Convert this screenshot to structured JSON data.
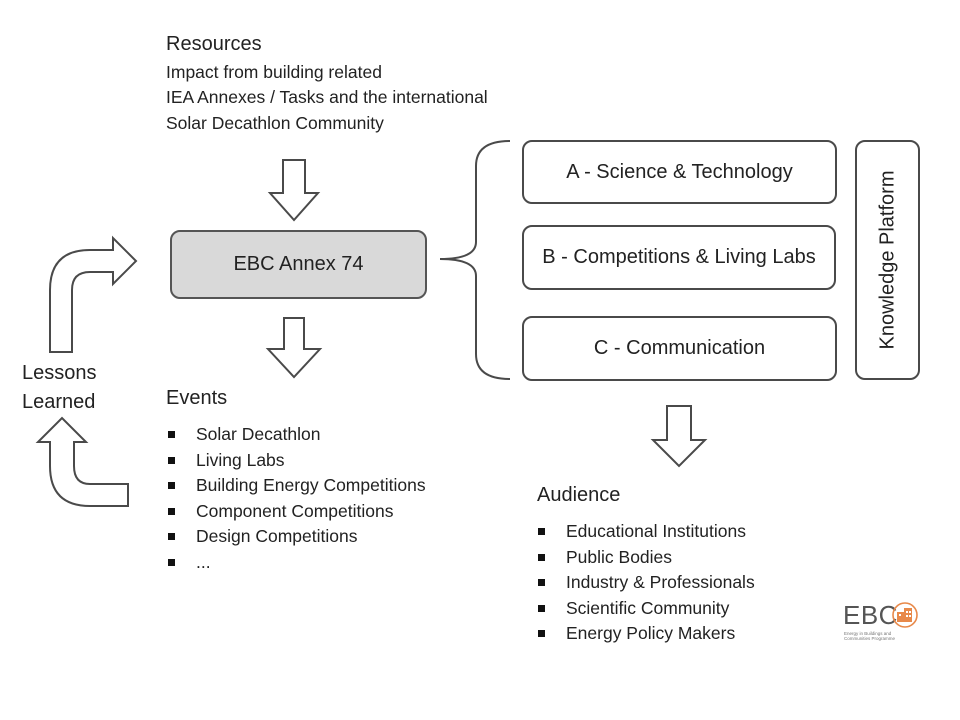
{
  "resources": {
    "heading": "Resources",
    "lines": [
      "Impact from building related",
      "IEA Annexes / Tasks and the international",
      "Solar Decathlon Community"
    ]
  },
  "center_box": "EBC Annex 74",
  "pillars": {
    "a": "A - Science & Technology",
    "b": "B - Competitions & Living Labs",
    "c": "C - Communication"
  },
  "knowledge_platform": "Knowledge Platform",
  "lessons": {
    "line1": "Lessons",
    "line2": "Learned"
  },
  "events": {
    "heading": "Events",
    "items": [
      "Solar Decathlon",
      "Living Labs",
      "Building Energy Competitions",
      "Component Competitions",
      "Design Competitions",
      "..."
    ]
  },
  "audience": {
    "heading": "Audience",
    "items": [
      "Educational Institutions",
      "Public Bodies",
      "Industry & Professionals",
      "Scientific Community",
      "Energy Policy Makers"
    ]
  },
  "logo": {
    "word": "EBC",
    "tagline_1": "Energy in Buildings and",
    "tagline_2": "Communities Programme"
  },
  "colors": {
    "box_border": "#4a4a4a",
    "center_fill": "#d9d9d9",
    "logo_accent": "#e8894a"
  }
}
